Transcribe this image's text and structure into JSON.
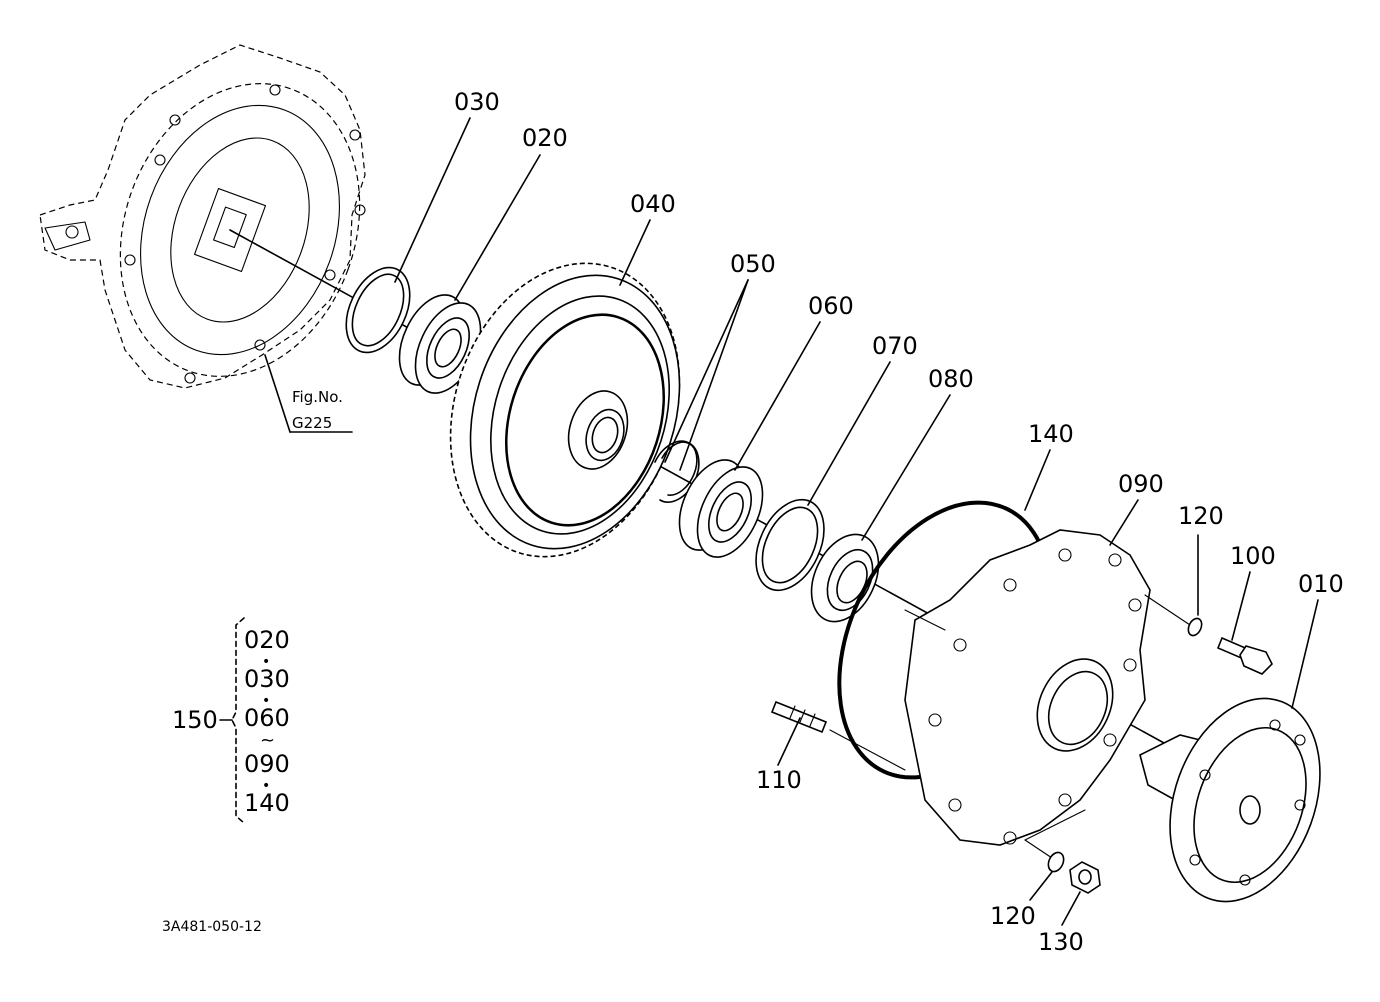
{
  "callouts": {
    "c030": "030",
    "c020": "020",
    "c040": "040",
    "c050": "050",
    "c060": "060",
    "c070": "070",
    "c080": "080",
    "c140": "140",
    "c090": "090",
    "c120a": "120",
    "c100": "100",
    "c010": "010",
    "c110": "110",
    "c120b": "120",
    "c130": "130"
  },
  "figure_ref": {
    "line1": "Fig.No.",
    "line2": "G225"
  },
  "kit": {
    "label": "150",
    "items": [
      "020",
      "030",
      "060",
      "090",
      "140"
    ],
    "seps": [
      "•",
      "•",
      "~",
      "•"
    ]
  },
  "drawing_code": "3A481-050-12"
}
